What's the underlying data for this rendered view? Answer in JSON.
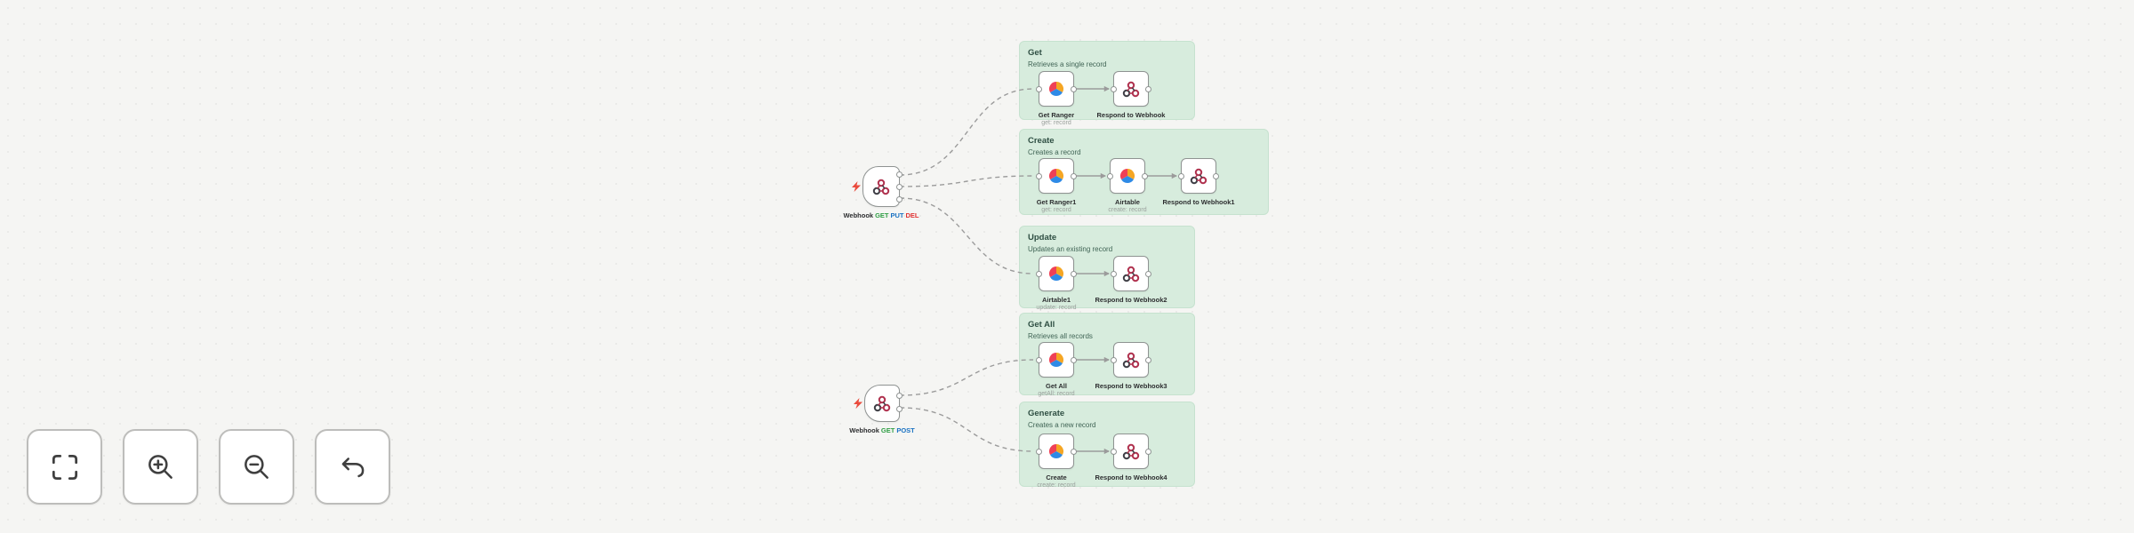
{
  "canvas": {
    "bg": "#f5f5f3",
    "sticky_color": "#d7ecdd",
    "node_border": "#8f9392",
    "wire_color": "#9b9b9b",
    "accent_red": "#ea4b3d",
    "icon_pie_colors": {
      "red": "#ef4056",
      "yellow": "#f5a623",
      "blue": "#2e8ae6"
    },
    "icon_webhook_color": "#b0324f"
  },
  "controls": {
    "fit": "zoom-to-fit",
    "zoom_in": "zoom-in",
    "zoom_out": "zoom-out",
    "reset": "reset-zoom"
  },
  "triggers": [
    {
      "label": "Webhook",
      "methods": [
        "GET",
        "PUT",
        "DEL"
      ],
      "outputs": 3
    },
    {
      "label": "Webhook",
      "methods": [
        "GET",
        "POST"
      ],
      "outputs": 2
    }
  ],
  "groups": [
    {
      "title": "Get",
      "subtitle": "Retrieves a single record",
      "nodes": [
        {
          "name": "Get Ranger",
          "caption": "get: record",
          "icon": "pie"
        },
        {
          "name": "Respond to Webhook",
          "caption": "",
          "icon": "webhook"
        }
      ]
    },
    {
      "title": "Create",
      "subtitle": "Creates a record",
      "nodes": [
        {
          "name": "Get Ranger1",
          "caption": "get: record",
          "icon": "pie"
        },
        {
          "name": "Airtable",
          "caption": "create: record",
          "icon": "pie"
        },
        {
          "name": "Respond to Webhook1",
          "caption": "",
          "icon": "webhook"
        }
      ]
    },
    {
      "title": "Update",
      "subtitle": "Updates an existing record",
      "nodes": [
        {
          "name": "Airtable1",
          "caption": "update: record",
          "icon": "pie"
        },
        {
          "name": "Respond to Webhook2",
          "caption": "",
          "icon": "webhook"
        }
      ]
    },
    {
      "title": "Get All",
      "subtitle": "Retrieves all records",
      "nodes": [
        {
          "name": "Get All",
          "caption": "getAll: record",
          "icon": "pie"
        },
        {
          "name": "Respond to Webhook3",
          "caption": "",
          "icon": "webhook"
        }
      ]
    },
    {
      "title": "Generate",
      "subtitle": "Creates a new record",
      "nodes": [
        {
          "name": "Create",
          "caption": "create: record",
          "icon": "pie"
        },
        {
          "name": "Respond to Webhook4",
          "caption": "",
          "icon": "webhook"
        }
      ]
    }
  ]
}
